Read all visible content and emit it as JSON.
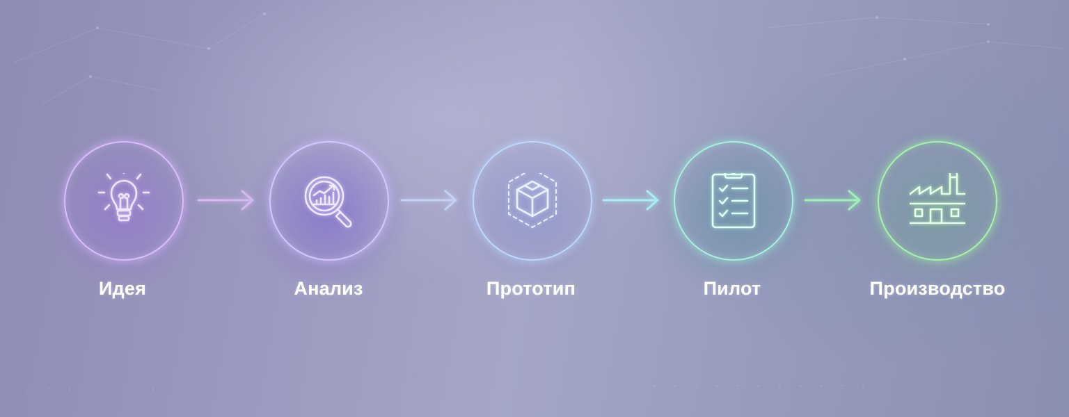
{
  "steps": [
    {
      "label": "Идея",
      "icon": "lightbulb-icon",
      "color": "#d9b8ff"
    },
    {
      "label": "Анализ",
      "icon": "magnifier-chart-icon",
      "color": "#d2c2ff"
    },
    {
      "label": "Прототип",
      "icon": "cube-icon",
      "color": "#b9d8ff"
    },
    {
      "label": "Пилот",
      "icon": "clipboard-checklist-icon",
      "color": "#a6f2dc"
    },
    {
      "label": "Производство",
      "icon": "factory-icon",
      "color": "#a6f5a8"
    }
  ],
  "arrows": [
    {
      "icon": "arrow-right-icon",
      "color": "#d7b9f2"
    },
    {
      "icon": "arrow-right-icon",
      "color": "#c3d2f5"
    },
    {
      "icon": "arrow-right-icon",
      "color": "#a9eef0"
    },
    {
      "icon": "arrow-right-icon",
      "color": "#9ef2b4"
    }
  ]
}
